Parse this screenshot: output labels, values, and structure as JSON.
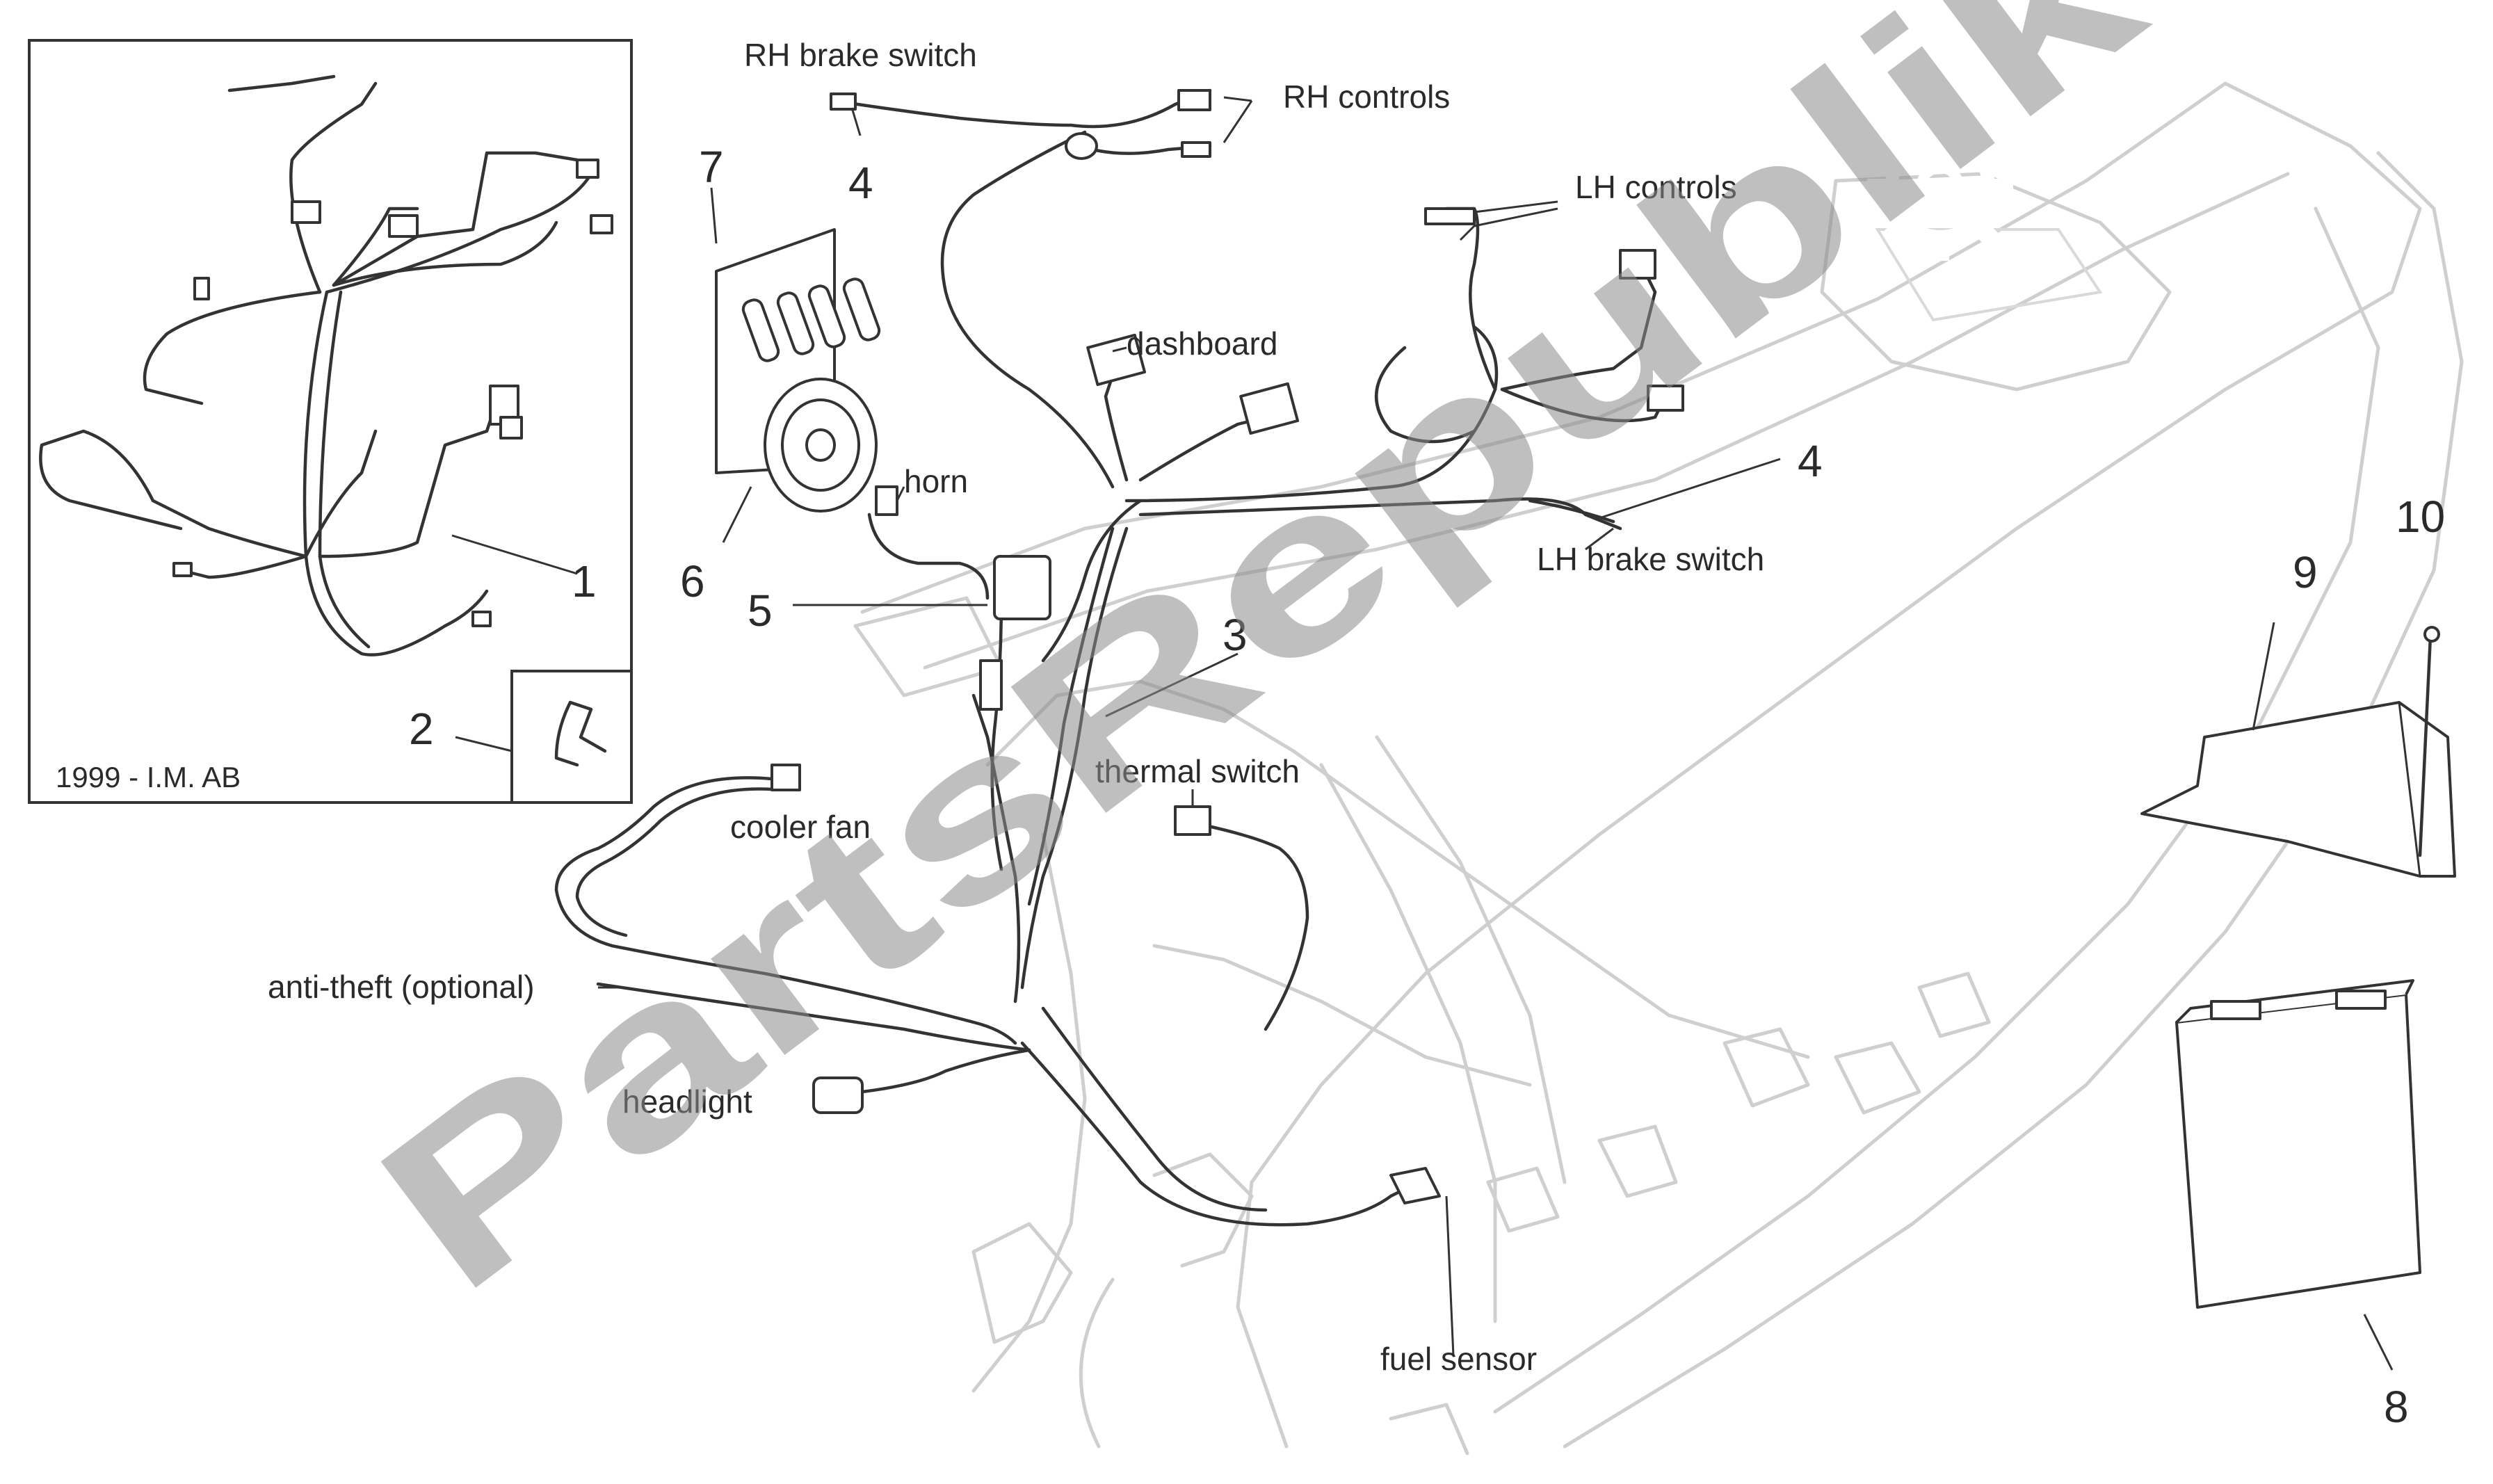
{
  "labels": {
    "rh_brake_switch": "RH brake switch",
    "rh_controls": "RH controls",
    "lh_controls": "LH controls",
    "dashboard": "dashboard",
    "horn": "horn",
    "lh_brake_switch": "LH brake switch",
    "thermal_switch": "thermal switch",
    "cooler_fan": "cooler fan",
    "anti_theft": "anti-theft (optional)",
    "headlight": "headlight",
    "fuel_sensor": "fuel sensor",
    "inset_year": "1999 - I.M. AB"
  },
  "part_numbers": {
    "p1": "1",
    "p2": "2",
    "p3": "3",
    "p4a": "4",
    "p4b": "4",
    "p5": "5",
    "p6": "6",
    "p7": "7",
    "p8": "8",
    "p9": "9",
    "p10": "10"
  },
  "watermark": {
    "text": "PartsRepublik"
  }
}
